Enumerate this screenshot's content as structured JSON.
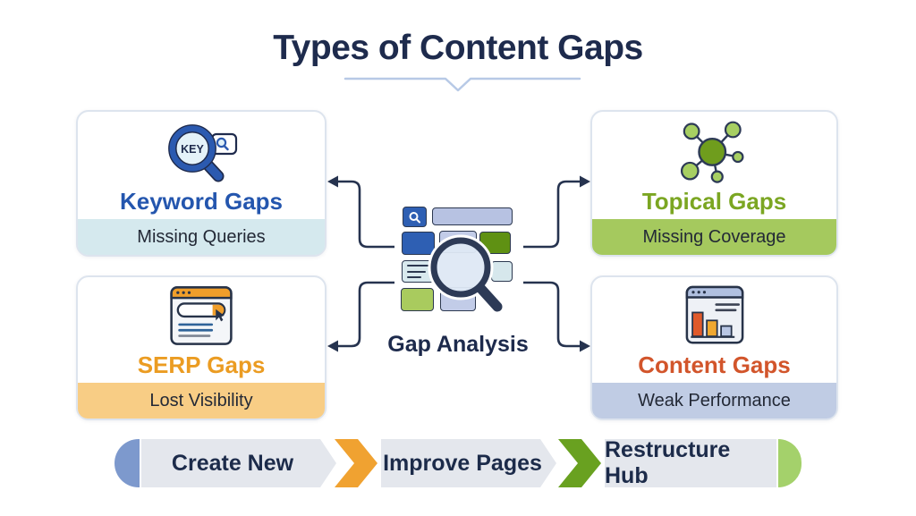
{
  "header": {
    "title": "Types of Content Gaps"
  },
  "cards": {
    "keyword": {
      "title": "Keyword Gaps",
      "subtitle": "Missing Queries",
      "icon": "keyword-magnifier-icon",
      "icon_text": "KEY",
      "accent": "#2456ae",
      "footer_bg": "#d5e9ee"
    },
    "topical": {
      "title": "Topical Gaps",
      "subtitle": "Missing Coverage",
      "icon": "topic-cluster-icon",
      "accent": "#7ba622",
      "footer_bg": "#a5c95e"
    },
    "serp": {
      "title": "SERP Gaps",
      "subtitle": "Lost Visibility",
      "icon": "serp-window-icon",
      "accent": "#eb9c22",
      "footer_bg": "#f8cd85"
    },
    "content": {
      "title": "Content Gaps",
      "subtitle": "Weak Performance",
      "icon": "content-chart-icon",
      "accent": "#d2552b",
      "footer_bg": "#c0cce4"
    }
  },
  "center": {
    "label": "Gap Analysis",
    "icon": "gap-analysis-magnifier-collage"
  },
  "process": {
    "steps": [
      {
        "label": "Create New"
      },
      {
        "label": "Improve Pages"
      },
      {
        "label": "Restructure Hub"
      }
    ],
    "cap_left_color": "#7d99cd",
    "chevron_colors": [
      "#f0a231",
      "#69a120"
    ],
    "cap_right_color": "#a4d16b",
    "segment_bg": "#e4e7ed"
  },
  "colors": {
    "title_text": "#1e2b4d",
    "underline": "#b7c9e6",
    "arrows": "#26334f",
    "card_border": "#dde4ee",
    "background": "#ffffff"
  }
}
